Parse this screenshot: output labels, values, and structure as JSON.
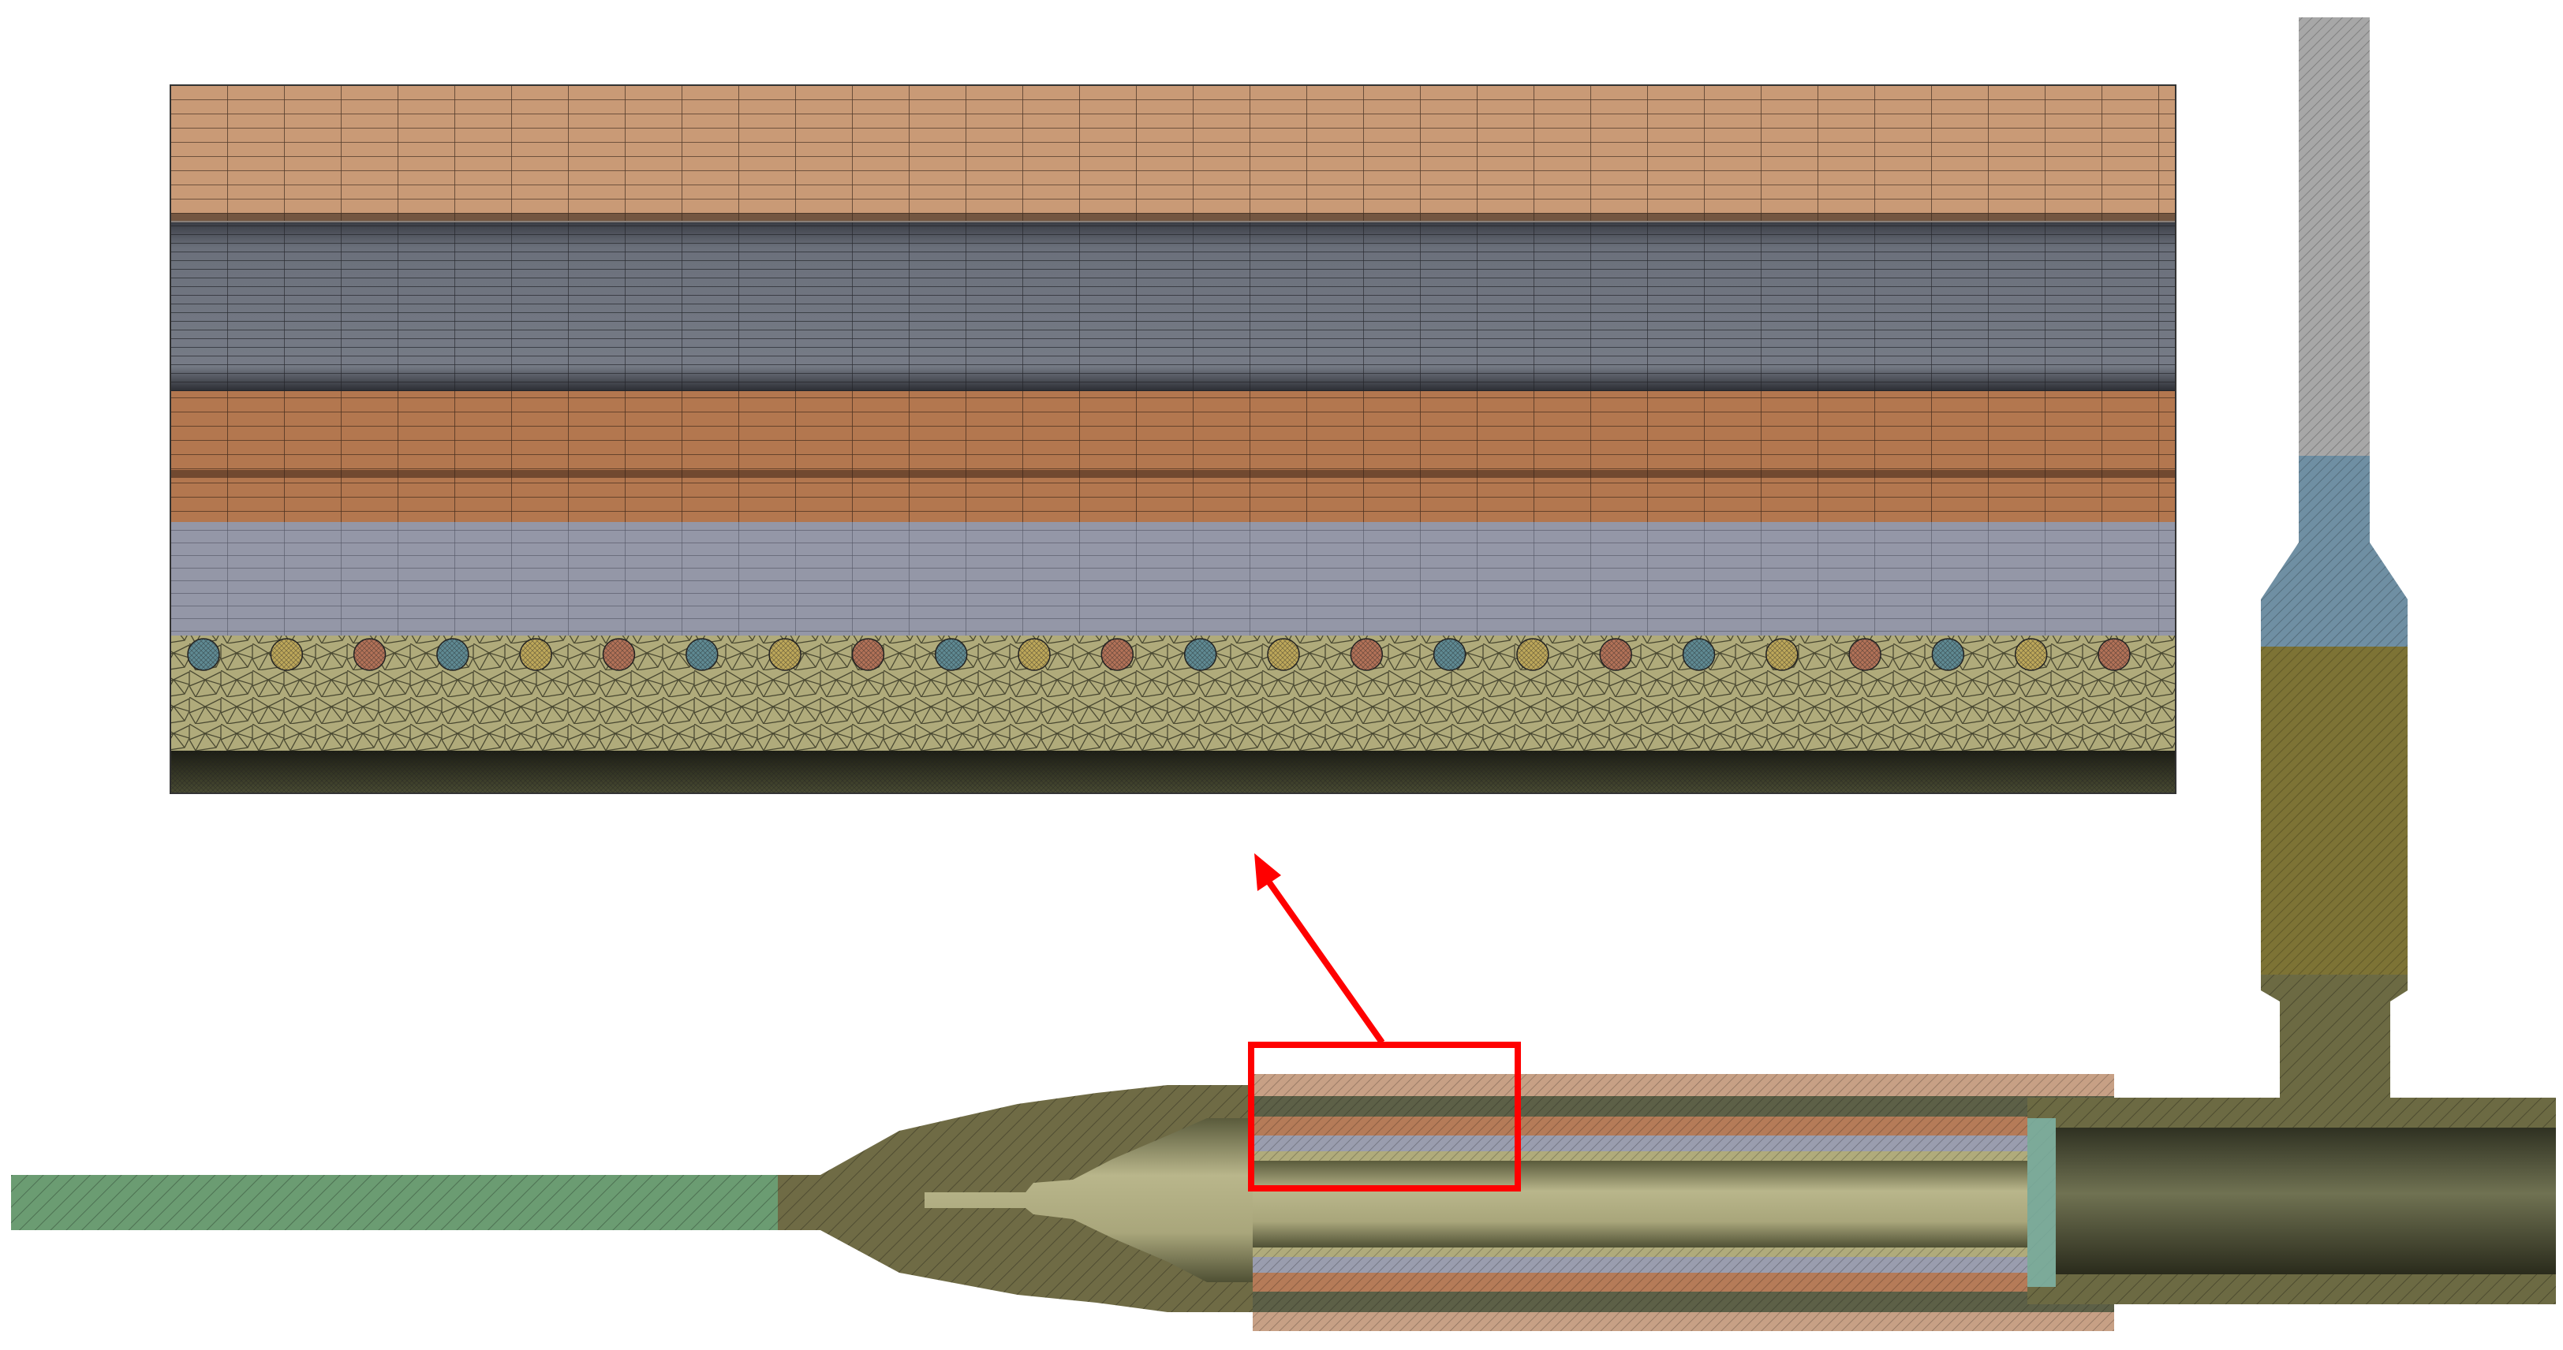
{
  "figure": {
    "panels": [
      {
        "name": "mesh-detail",
        "kind": "zoomed mesh cross-section"
      },
      {
        "name": "assembly-section",
        "kind": "T-joint cable termination section"
      }
    ],
    "mesh_layers": [
      {
        "name": "outer-sheath",
        "color": "#c99a76",
        "mesh": "structured-rect"
      },
      {
        "name": "dark-layer",
        "color": "#6e737d",
        "mesh": "structured-rect-fine"
      },
      {
        "name": "copper-layer",
        "color": "#b3774f",
        "mesh": "structured-rect"
      },
      {
        "name": "insulation-layer",
        "color": "#9497a7",
        "mesh": "structured-rect"
      },
      {
        "name": "strand-layer",
        "color": "#b0ab7b",
        "mesh": "unstructured-tri"
      },
      {
        "name": "inner-dark-band",
        "color": "#41432c",
        "mesh": "fine"
      }
    ],
    "strand_colors": [
      "#5f8a93",
      "#bea85a",
      "#b37258"
    ],
    "highlight": {
      "color": "#ff0000",
      "meaning": "zoom region"
    },
    "assembly_colors": {
      "left-conductor": "#6b9c72",
      "main-body": "#6f6b45",
      "cavity": "#b7b48a",
      "vertical-top": "#a7a7a7",
      "vertical-transition": "#6f8fa3",
      "vertical-middle": "#7d7335",
      "right-body": "#5c5d40",
      "seal-ring": "#7fb5a8"
    }
  }
}
